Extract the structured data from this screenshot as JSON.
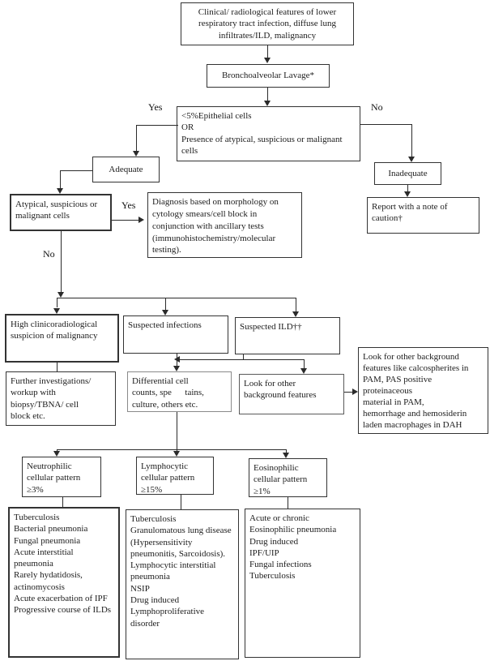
{
  "colors": {
    "line": "#2b2b2b",
    "text": "#1c1c1c",
    "background": "#ffffff"
  },
  "flowchart": {
    "boxes": {
      "clinical_features": "Clinical/ radiological features of lower respiratory tract infection, diffuse lung infiltrates/ILD, malignancy",
      "bal": "Bronchoalveolar Lavage*",
      "epithelial_decision": "<5%Epithelial cells\nOR\nPresence of atypical, suspicious or malignant cells",
      "adequate": "Adequate",
      "inadequate": "Inadequate",
      "report_caution": "Report with a note of caution†",
      "atypical_cells": "Atypical, suspicious or malignant cells",
      "diagnosis_morphology": "Diagnosis based on morphology on cytology smears/cell block in conjunction with ancillary tests (immunohistochemistry/molecular testing).",
      "high_suspicion": "High clinicoradiological suspicion of malignancy",
      "suspected_infections": "Suspected infections",
      "suspected_ild": "Suspected ILD††",
      "further_investigations": "Further investigations/\nworkup with\nbiopsy/TBNA/ cell\nblock etc.",
      "differential_counts": "Differential cell\ncounts, spe      tains,\nculture, others etc.",
      "look_background": "Look for other\nbackground features",
      "background_features": "Look for other background\nfeatures like calcospherites in\nPAM, PAS positive\nproteinaceous\nmaterial in PAM,\nhemorrhage and hemosiderin\nladen macrophages in DAH",
      "neutrophilic_pattern": "Neutrophilic\ncellular pattern\n≥3%",
      "lymphocytic_pattern": "Lymphocytic\ncellular pattern\n≥15%",
      "eosinophilic_pattern": "Eosinophilic\ncellular pattern\n≥1%"
    },
    "edge_labels": {
      "yes_adequate": "Yes",
      "no_inadequate": "No",
      "yes_diagnosis": "Yes",
      "no_down": "No"
    },
    "lists": {
      "neutrophilic_causes": [
        "Tuberculosis",
        "Bacterial pneumonia",
        "Fungal pneumonia",
        "Acute interstitial pneumonia",
        "Rarely hydatidosis, actinomycosis",
        "Acute exacerbation of IPF",
        "Progressive course of ILDs"
      ],
      "lymphocytic_causes": [
        "Tuberculosis",
        "Granulomatous lung disease",
        "(Hypersensitivity pneumonitis, Sarcoidosis).",
        "Lymphocytic interstitial pneumonia",
        "NSIP",
        "Drug induced",
        "Lymphoproliferative disorder"
      ],
      "eosinophilic_causes": [
        "Acute or chronic Eosinophilic pneumonia",
        "Drug induced",
        "IPF/UIP",
        "Fungal infections",
        "Tuberculosis"
      ]
    }
  }
}
